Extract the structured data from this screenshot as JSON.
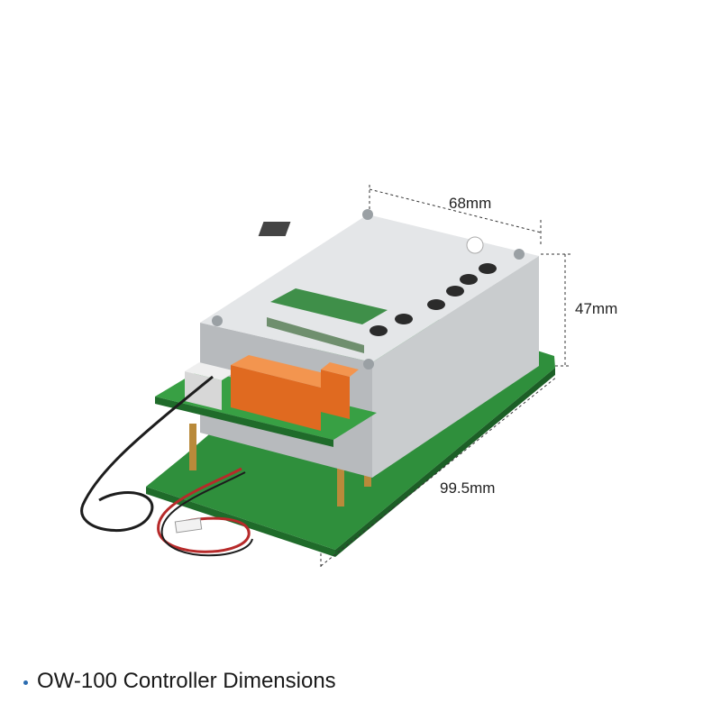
{
  "dimensions": {
    "width": "68mm",
    "height": "47mm",
    "length": "99.5mm"
  },
  "caption": {
    "text": "OW-100 Controller Dimensions"
  },
  "colors": {
    "pcb": "#2f8f3c",
    "pcb_dark": "#1f6b2a",
    "enclosure": "#d9dcde",
    "terminal": "#e8742a",
    "bullet": "#2b6cb0"
  }
}
